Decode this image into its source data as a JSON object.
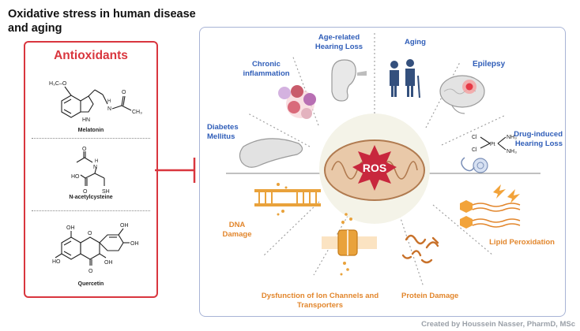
{
  "title": "Oxidative stress in human disease and aging",
  "antioxidants": {
    "heading": "Antioxidants",
    "molecules": [
      {
        "name": "Melatonin",
        "atoms": [
          "H₃C–O",
          "HN",
          "H",
          "N",
          "CH₃",
          "O"
        ]
      },
      {
        "name": "N-acetylcysteine",
        "atoms": [
          "HO",
          "O",
          "H",
          "N",
          "O",
          "SH"
        ]
      },
      {
        "name": "Quercetin",
        "atoms": [
          "HO",
          "OH",
          "OH",
          "OH",
          "OH",
          "O",
          "O"
        ]
      }
    ]
  },
  "center": {
    "label": "ROS"
  },
  "categories": {
    "age_related_hearing_loss": "Age-related Hearing Loss",
    "aging": "Aging",
    "chronic_inflammation": "Chronic inflammation",
    "epilepsy": "Epilepsy",
    "diabetes_mellitus": "Diabetes Mellitus",
    "drug_induced_hearing_loss": "Drug-induced Hearing Loss",
    "dna_damage": "DNA Damage",
    "lipid_peroxidation": "Lipid Peroxidation",
    "ion_channels": "Dysfunction of Ion Channels and Transporters",
    "protein_damage": "Protein Damage"
  },
  "cisplatin": {
    "atoms": [
      "Cl",
      "Cl",
      "Pt",
      "NH₃",
      "NH₃"
    ]
  },
  "credit": "Created by Houssein Nasser, PharmD, MSc",
  "colors": {
    "red": "#d9363e",
    "blue": "#2f5db8",
    "orange": "#e2862c",
    "frame": "#a8b4d6"
  }
}
